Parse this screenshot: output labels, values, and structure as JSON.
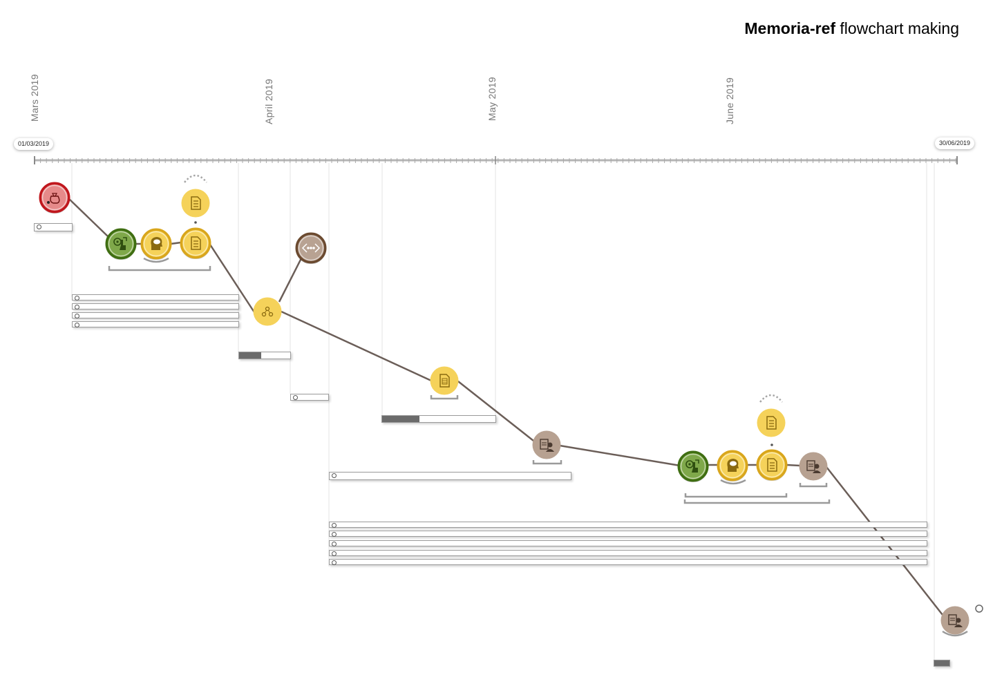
{
  "title": {
    "bold": "Memoria-ref",
    "rest": "flowchart making"
  },
  "months": [
    {
      "label": "Mars   2019"
    },
    {
      "label": "April   2019"
    },
    {
      "label": "May   2019"
    },
    {
      "label": "June   2019"
    }
  ],
  "timeline": {
    "start_label": "01/03/2019",
    "end_label": "30/06/2019"
  },
  "colors": {
    "red": "#c0171d",
    "red_fill": "#e68a8a",
    "green": "#3f6e12",
    "green_fill": "#7fa84a",
    "yellow": "#d9a61c",
    "yellow_fill": "#f5d25a",
    "taupe": "#a08a7a",
    "taupe_fill": "#b7a191",
    "connector": "#6b5e58"
  },
  "nodes": [
    {
      "name": "start-node",
      "icon": "money-bag-icon",
      "kind": "red"
    },
    {
      "name": "group1-step-green",
      "icon": "gears-hand-icon",
      "kind": "green"
    },
    {
      "name": "group1-step-idea",
      "icon": "head-idea-icon",
      "kind": "yellow"
    },
    {
      "name": "group1-step-document",
      "icon": "document-icon",
      "kind": "yellow"
    },
    {
      "name": "group1-document-extra",
      "icon": "document-icon",
      "kind": "yellow-flat"
    },
    {
      "name": "merge-node",
      "icon": "network-icon",
      "kind": "yellow-flat"
    },
    {
      "name": "code-node",
      "icon": "code-icon",
      "kind": "brown"
    },
    {
      "name": "report-node",
      "icon": "report-icon",
      "kind": "yellow-flat"
    },
    {
      "name": "review-node",
      "icon": "clipboard-person-icon",
      "kind": "taupe"
    },
    {
      "name": "group2-step-green",
      "icon": "gears-hand-icon",
      "kind": "green"
    },
    {
      "name": "group2-step-idea",
      "icon": "head-idea-icon",
      "kind": "yellow"
    },
    {
      "name": "group2-step-document",
      "icon": "document-icon",
      "kind": "yellow"
    },
    {
      "name": "group2-document-extra",
      "icon": "document-icon",
      "kind": "yellow-flat"
    },
    {
      "name": "group2-step-review",
      "icon": "clipboard-person-icon",
      "kind": "taupe"
    },
    {
      "name": "end-node",
      "icon": "clipboard-person-icon",
      "kind": "taupe"
    }
  ],
  "tasks": [
    {
      "name": "task-bar-start",
      "progress": 0
    },
    {
      "name": "task-bar-g1-a",
      "progress": 0
    },
    {
      "name": "task-bar-g1-b",
      "progress": 0
    },
    {
      "name": "task-bar-g1-c",
      "progress": 0
    },
    {
      "name": "task-bar-g1-d",
      "progress": 0
    },
    {
      "name": "task-bar-merge",
      "progress": 0.43
    },
    {
      "name": "task-bar-code",
      "progress": 0
    },
    {
      "name": "task-bar-report",
      "progress": 0.33
    },
    {
      "name": "task-bar-review",
      "progress": 0
    },
    {
      "name": "task-bar-g2-a",
      "progress": 0
    },
    {
      "name": "task-bar-g2-b",
      "progress": 0
    },
    {
      "name": "task-bar-g2-c",
      "progress": 0
    },
    {
      "name": "task-bar-g2-d",
      "progress": 0
    },
    {
      "name": "task-bar-g2-e",
      "progress": 0
    },
    {
      "name": "task-bar-end",
      "progress": 1
    }
  ]
}
